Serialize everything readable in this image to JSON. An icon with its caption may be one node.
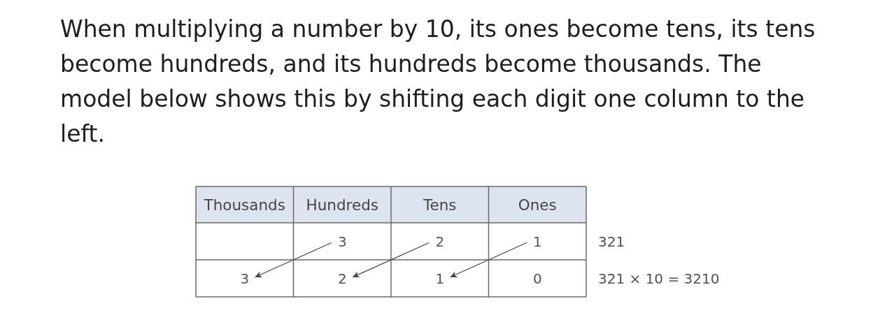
{
  "diagram": {
    "nodes": [
      {
        "text": [
          "3"
        ]
      },
      {
        "text": [
          "2"
        ]
      },
      {
        "text": [
          "1"
        ]
      },
      {
        "text": [
          "3"
        ]
      },
      {
        "text": [
          "2"
        ]
      },
      {
        "text": [
          "1"
        ]
      }
    ],
    "edges": [
      {
        "from": 0,
        "to": 3,
        "arrow": "to"
      },
      {
        "from": 1,
        "to": 4,
        "arrow": "to"
      },
      {
        "from": 2,
        "to": 5,
        "arrow": "to"
      }
    ],
    "labels": [
      "When multiplying a number by 10, its ones become tens, its tens become hundreds, and its hundreds become thousands. The model below shows this by shifting each digit one column to the left.",
      "Thousands",
      "Hundreds",
      "Tens",
      "Ones",
      "321",
      "0",
      "321 × 10 = 3210"
    ]
  }
}
